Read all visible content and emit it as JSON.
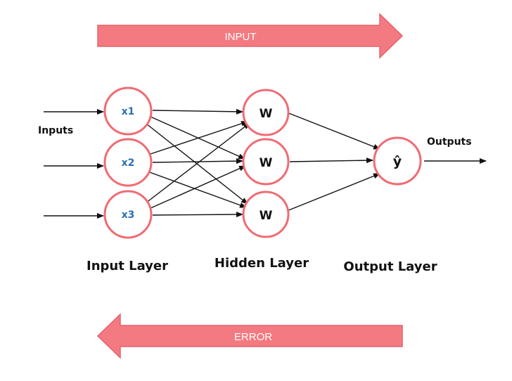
{
  "arrows": {
    "top_label": "INPUT",
    "bottom_label": "ERROR"
  },
  "side_labels": {
    "inputs": "Inputs",
    "outputs": "Outputs"
  },
  "nodes": {
    "input": [
      "x1",
      "x2",
      "x3"
    ],
    "hidden": [
      "W",
      "W",
      "W"
    ],
    "output": [
      "ŷ"
    ]
  },
  "layers": {
    "input": "Input Layer",
    "hidden": "Hidden Layer",
    "output": "Output Layer"
  },
  "colors": {
    "arrow_fill": "#f37a80",
    "node_stroke": "#f06b73",
    "input_text": "#2b6fb6",
    "ink": "#111111"
  }
}
